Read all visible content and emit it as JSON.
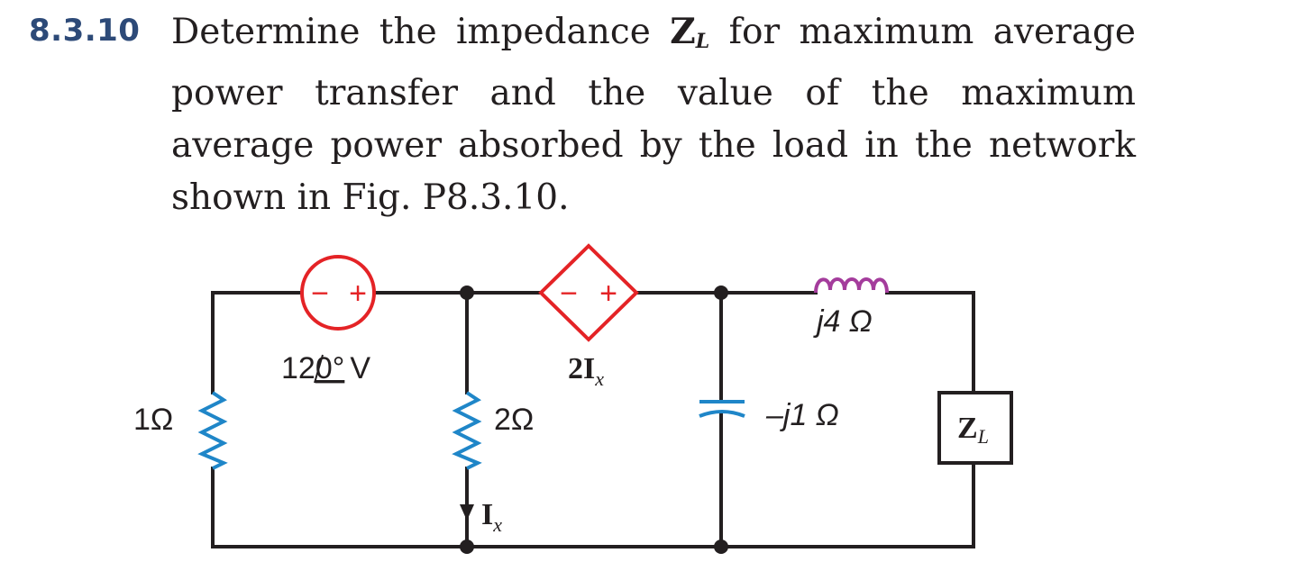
{
  "problem": {
    "number": "8.3.10",
    "text_before": "Determine the impedance ",
    "z_symbol": "Z",
    "z_subscript": "L",
    "text_after": " for maximum average power transfer and the value of the maximum average power absorbed by the load in the network shown in Fig. P8.3.10."
  },
  "circuit": {
    "resistor_1": "1Ω",
    "voltage_source_magnitude": "12",
    "voltage_source_angle": "0°",
    "voltage_source_unit": "V",
    "resistor_2": "2Ω",
    "current_label_main": "I",
    "current_label_sub": "x",
    "dependent_source_coef": "2",
    "dependent_source_main": "I",
    "dependent_source_sub": "x",
    "capacitor": "–j1 Ω",
    "inductor": "j4 Ω",
    "load_main": "Z",
    "load_sub": "L",
    "source_minus": "−",
    "source_plus": "+",
    "colors": {
      "resistor": "#1f86c8",
      "source": "#e42326",
      "inductor": "#a43c9c",
      "wire": "#231f20"
    }
  }
}
